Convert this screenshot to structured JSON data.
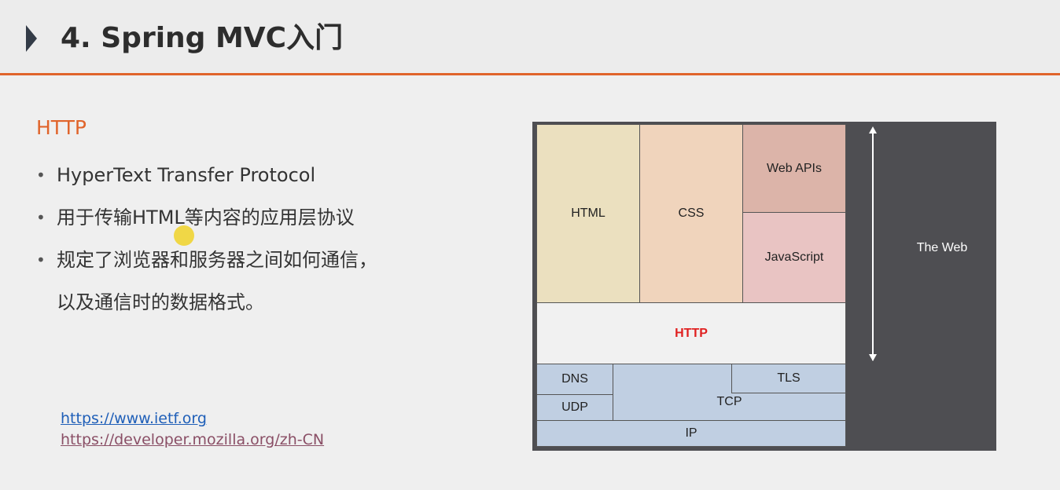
{
  "header": {
    "title": "4. Spring MVC入门"
  },
  "content": {
    "heading": "HTTP",
    "bullets": [
      "HyperText Transfer Protocol",
      "用于传输HTML等内容的应用层协议",
      "规定了浏览器和服务器之间如何通信，",
      "以及通信时的数据格式。"
    ],
    "links": [
      "https://www.ietf.org",
      "https://developer.mozilla.org/zh-CN"
    ]
  },
  "diagram": {
    "blocks": {
      "html": "HTML",
      "css": "CSS",
      "web_apis": "Web APIs",
      "javascript": "JavaScript",
      "http": "HTTP",
      "dns": "DNS",
      "udp": "UDP",
      "tls": "TLS",
      "tcp": "TCP",
      "ip": "IP"
    },
    "side_label": "The Web",
    "colors": {
      "html": "#ebe0bf",
      "css": "#f0d4bc",
      "web_apis": "#dcb4a9",
      "javascript": "#e9c4c3",
      "http": "#f1f1f1",
      "http_text": "#e02020",
      "network": "#c0cfe2",
      "panel": "#4e4e52",
      "accent": "#e0642b"
    }
  }
}
